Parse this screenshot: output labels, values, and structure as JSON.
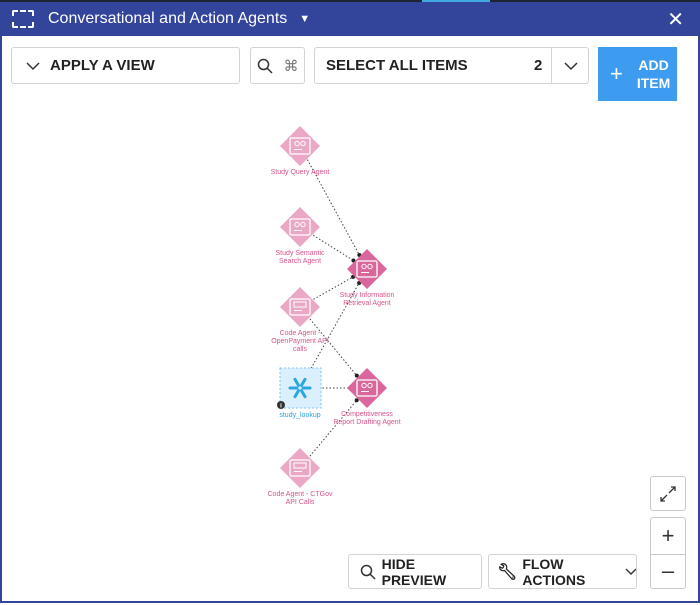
{
  "header": {
    "title": "Conversational and Action Agents",
    "close_icon": "close-icon",
    "selection_icon": "dashed-selection-icon"
  },
  "toolbar": {
    "apply_view": "APPLY A VIEW",
    "select_all": "SELECT ALL ITEMS",
    "selected_count": "2",
    "add_item_line1": "ADD",
    "add_item_line2": "ITEM"
  },
  "graph": {
    "nodes": [
      {
        "id": "q",
        "label": "Study Query Agent",
        "kind": "agent"
      },
      {
        "id": "s",
        "label": "Study Semantic Search Agent",
        "kind": "agent"
      },
      {
        "id": "o",
        "label": "Code Agent - OpenPayment API calls",
        "kind": "code"
      },
      {
        "id": "l",
        "label": "study_lookup",
        "kind": "snowflake"
      },
      {
        "id": "c",
        "label": "Code Agent - CTGov API Calls",
        "kind": "code"
      },
      {
        "id": "r",
        "label": "Study Information Retrieval Agent",
        "kind": "agent-selected"
      },
      {
        "id": "d",
        "label": "Competitiveness Report Drafting Agent",
        "kind": "agent-selected"
      }
    ],
    "edges": [
      [
        "q",
        "r"
      ],
      [
        "s",
        "r"
      ],
      [
        "o",
        "r"
      ],
      [
        "l",
        "r"
      ],
      [
        "o",
        "d"
      ],
      [
        "l",
        "d"
      ],
      [
        "c",
        "d"
      ]
    ]
  },
  "footer": {
    "hide_preview": "HIDE PREVIEW",
    "flow_actions": "FLOW ACTIONS"
  },
  "colors": {
    "header": "#33449b",
    "accent": "#3d9cf0",
    "agent": "#eaa7c6",
    "agent_selected": "#d9679b",
    "snowflake": "#29a8e0"
  }
}
